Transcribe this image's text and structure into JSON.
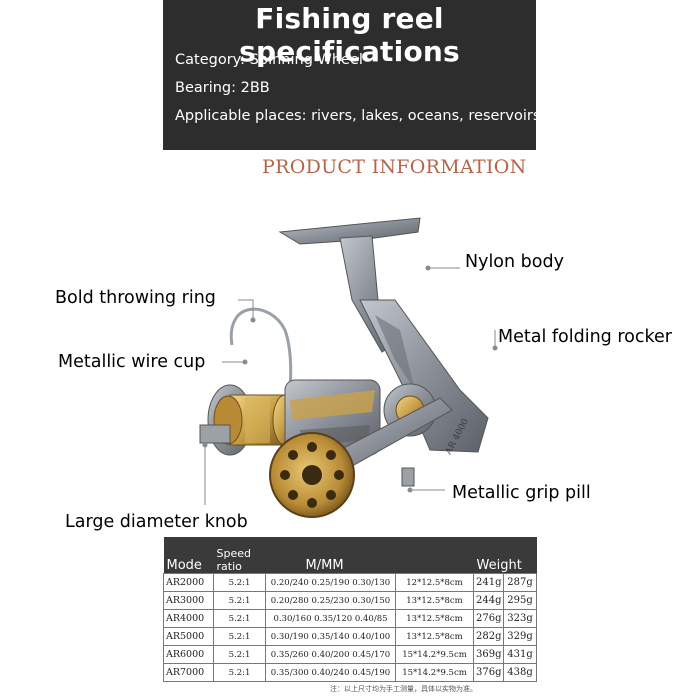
{
  "specs": {
    "title": "Fishing reel specifications",
    "category": "Category: Spinning Wheel",
    "bearing": "Bearing: 2BB",
    "places": "Applicable places: rivers, lakes, oceans, reservoirs"
  },
  "product_info": "PRODUCT INFORMATION",
  "reel_model_text": "AR 4000",
  "callouts": {
    "nylon_body": "Nylon body",
    "throwing_ring": "Bold throwing ring",
    "folding_rocker": "Metal folding rocker",
    "wire_cup": "Metallic wire cup",
    "grip_pill": "Metallic grip pill",
    "knob": "Large diameter knob"
  },
  "colors": {
    "spec_bg": "#2d2d2d",
    "accent_heading": "#b5654a",
    "reel_gray": "#8a8f98",
    "reel_gold": "#c9a14a"
  },
  "table": {
    "headers": [
      "Mode",
      "Speed ratio",
      "M/MM",
      "",
      "Weight",
      ""
    ],
    "rows": [
      [
        "AR2000",
        "5.2:1",
        "0.20/240 0.25/190 0.30/130",
        "12*12.5*8cm",
        "241g",
        "287g"
      ],
      [
        "AR3000",
        "5.2:1",
        "0.20/280 0.25/230 0.30/150",
        "13*12.5*8cm",
        "244g",
        "295g"
      ],
      [
        "AR4000",
        "5.2:1",
        "0.30/160 0.35/120 0.40/85",
        "13*12.5*8cm",
        "276g",
        "323g"
      ],
      [
        "AR5000",
        "5.2:1",
        "0.30/190 0.35/140 0.40/100",
        "13*12.5*8cm",
        "282g",
        "329g"
      ],
      [
        "AR6000",
        "5.2:1",
        "0.35/260 0.40/200 0.45/170",
        "15*14.2*9.5cm",
        "369g",
        "431g"
      ],
      [
        "AR7000",
        "5.2:1",
        "0.35/300 0.40/240 0.45/190",
        "15*14.2*9.5cm",
        "376g",
        "438g"
      ]
    ]
  },
  "footnote": "注：以上尺寸均为手工测量，具体以实物为准。"
}
